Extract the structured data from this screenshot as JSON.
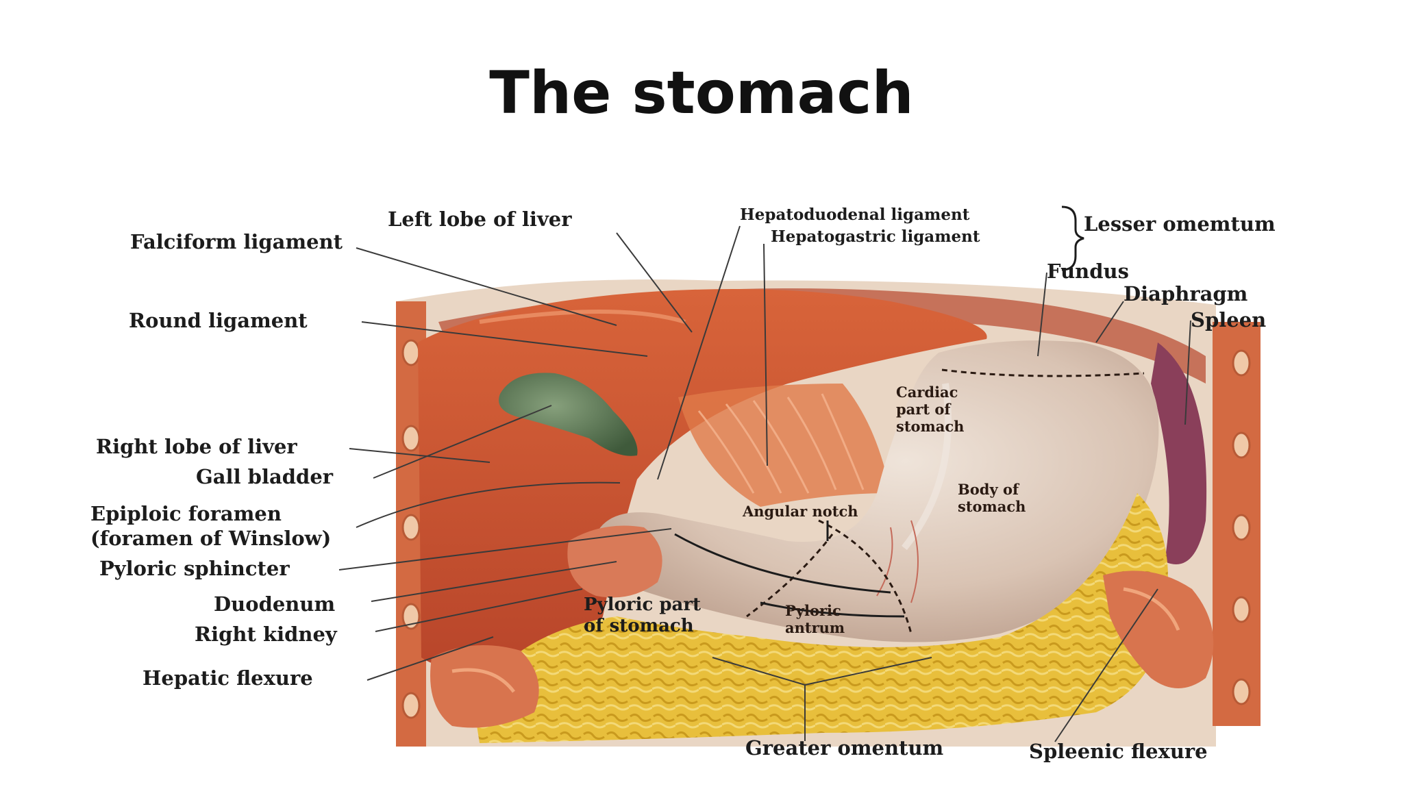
{
  "title": "The stomach",
  "labels": {
    "left_lobe_of_liver": "Left lobe of liver",
    "falciform_ligament": "Falciform ligament",
    "round_ligament": "Round ligament",
    "right_lobe_of_liver": "Right lobe of liver",
    "gall_bladder": "Gall bladder",
    "epiploic_foramen": "Epiploic foramen",
    "foramen_of_winslow": "(foramen of Winslow)",
    "pyloric_sphincter": "Pyloric sphincter",
    "duodenum": "Duodenum",
    "right_kidney": "Right kidney",
    "hepatic_flexure": "Hepatic flexure",
    "hepatoduodenal_ligament": "Hepatoduodenal ligament",
    "hepatogastric_ligament": "Hepatogastric ligament",
    "lesser_omentum": "Lesser omemtum",
    "fundus": "Fundus",
    "diaphragm": "Diaphragm",
    "spleen": "Spleen",
    "cardiac_part_1": "Cardiac",
    "cardiac_part_2": "part of",
    "cardiac_part_3": "stomach",
    "body_1": "Body of",
    "body_2": "stomach",
    "angular_notch": "Angular notch",
    "pyloric_part_1": "Pyloric part",
    "pyloric_part_2": "of stomach",
    "pyloric_antrum_1": "Pyloric",
    "pyloric_antrum_2": "antrum",
    "greater_omentum": "Greater omentum",
    "splenic_flexure": "Spleenic flexure"
  },
  "colors": {
    "liver": "#c8502c",
    "stomach": "#dcc6b6",
    "gallbladder": "#5b7b55",
    "omentum_fat": "#e9c23a",
    "diaphragm": "#b84a3a",
    "spleen": "#8a3f5a",
    "body_wall": "#d36a42"
  }
}
